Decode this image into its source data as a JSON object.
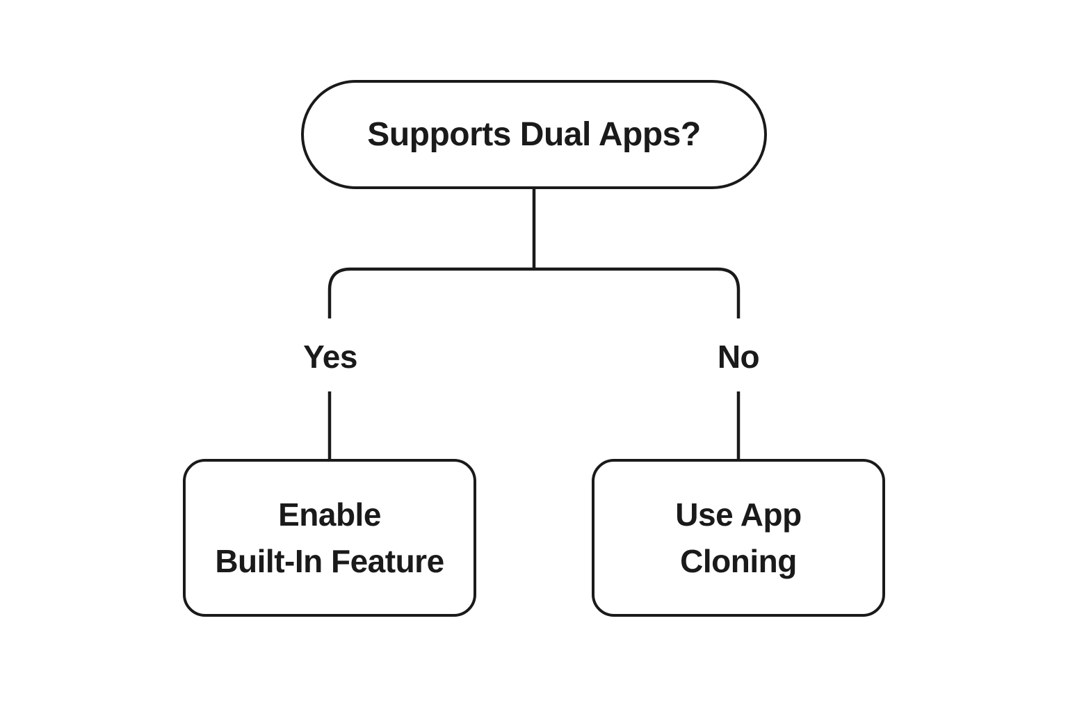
{
  "diagram": {
    "decision": {
      "label": "Supports Dual Apps?"
    },
    "branches": [
      {
        "label": "Yes",
        "node": {
          "line1": "Enable",
          "line2": "Built-In Feature"
        }
      },
      {
        "label": "No",
        "node": {
          "line1": "Use App",
          "line2": "Cloning"
        }
      }
    ],
    "colors": {
      "stroke": "#1a1a1a",
      "text": "#1a1a1a",
      "node_fill": "#ffffff",
      "background": "#ffffff"
    }
  }
}
